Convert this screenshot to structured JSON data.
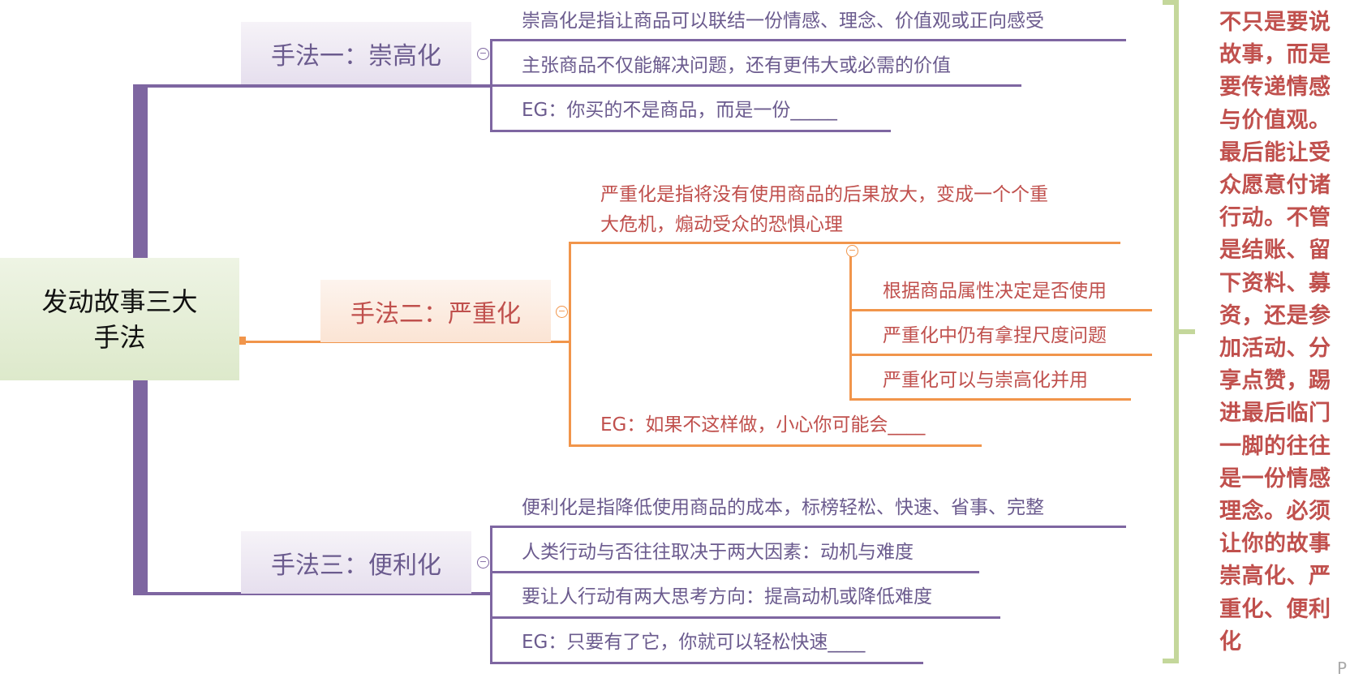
{
  "root": {
    "line1": "发动故事三大",
    "line2": "手法"
  },
  "branches": [
    {
      "title": "手法一：崇高化",
      "items": [
        "崇高化是指让商品可以联结一份情感、理念、价值观或正向感受",
        "主张商品不仅能解决问题，还有更伟大或必需的价值",
        "EG：你买的不是商品，而是一份_____"
      ]
    },
    {
      "title": "手法二：严重化",
      "desc_line1": "严重化是指将没有使用商品的后果放大，变成一个个重",
      "desc_line2": "大危机，煽动受众的恐惧心理",
      "sub_items": [
        "根据商品属性决定是否使用",
        "严重化中仍有拿捏尺度问题",
        "严重化可以与崇高化并用"
      ],
      "example": "EG：如果不这样做，小心你可能会____"
    },
    {
      "title": "手法三：便利化",
      "items": [
        "便利化是指降低使用商品的成本，标榜轻松、快速、省事、完整",
        "人类行动与否往往取决于两大因素：动机与难度",
        "要让人行动有两大思考方向：提高动机或降低难度",
        "EG：只要有了它，你就可以轻松快速____"
      ]
    }
  ],
  "summary": "不只是要说故事，而是要传递情感与价值观。最后能让受众愿意付诸行动。不管是结账、留下资料、募资，还是参加活动、分享点赞，踢进最后临门一脚的往往是一份情感理念。必须让你的故事崇高化、严重化、便利化",
  "corner": "P",
  "colors": {
    "purple": "#7e66a1",
    "orange": "#f1954b",
    "red": "#c0504d",
    "green": "#c4d79b"
  }
}
